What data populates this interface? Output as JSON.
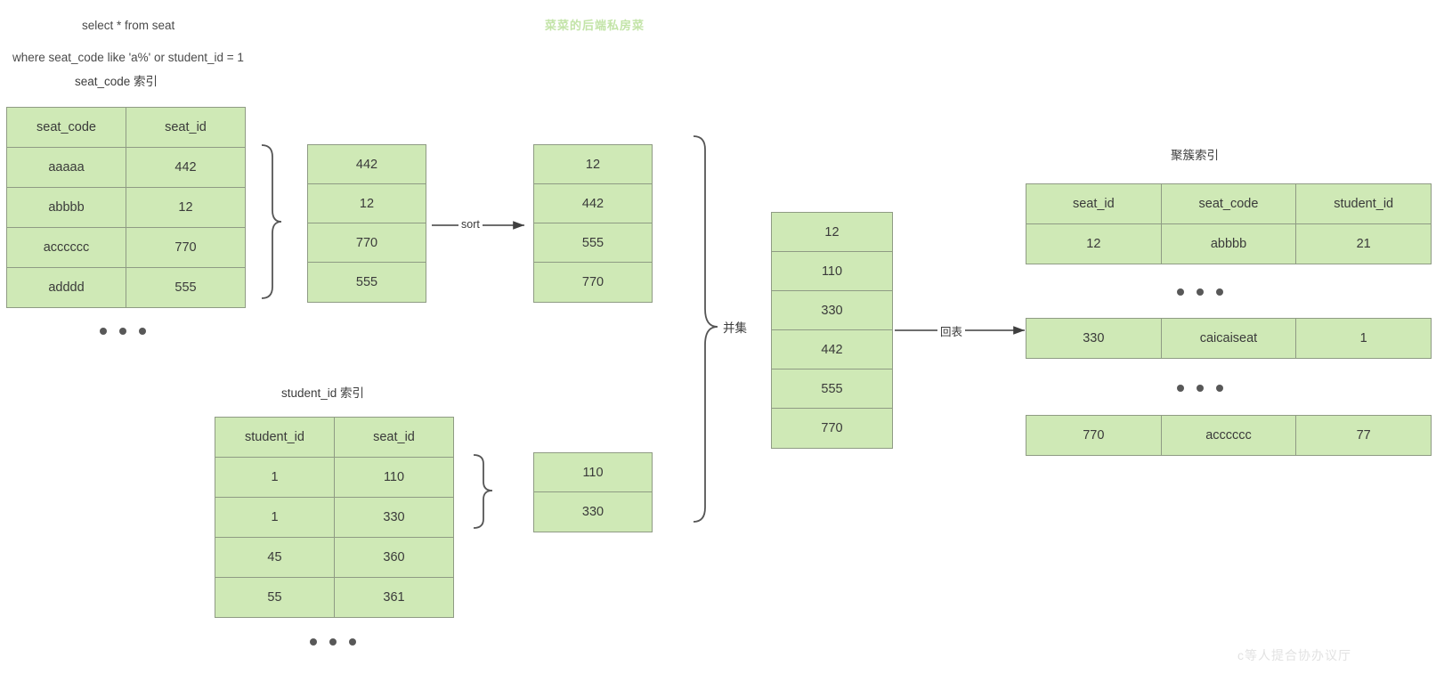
{
  "query": {
    "line1": "select * from seat",
    "line2": "where seat_code like 'a%' or student_id = 1"
  },
  "watermarks": {
    "top": "菜菜的后端私房菜",
    "bottom": "c等人提合协办议厅"
  },
  "colors": {
    "cell_fill": "#cfe9b6",
    "cell_border": "#8f9b84",
    "text": "#3a3a3a",
    "watermark_top": "#c3e4a8",
    "arrow": "#4a4a4a"
  },
  "seat_code_index": {
    "caption": "seat_code 索引",
    "headers": [
      "seat_code",
      "seat_id"
    ],
    "rows": [
      [
        "aaaaa",
        "442"
      ],
      [
        "abbbb",
        "12"
      ],
      [
        "acccccc",
        "770"
      ],
      [
        "adddd",
        "555"
      ]
    ],
    "ellipsis": "• • •"
  },
  "student_id_index": {
    "caption": "student_id 索引",
    "headers": [
      "student_id",
      "seat_id"
    ],
    "rows": [
      [
        "1",
        "110"
      ],
      [
        "1",
        "330"
      ],
      [
        "45",
        "360"
      ],
      [
        "55",
        "361"
      ]
    ],
    "ellipsis": "• • •"
  },
  "seat_id_list_unsorted": {
    "values": [
      "442",
      "12",
      "770",
      "555"
    ]
  },
  "seat_id_list_sorted": {
    "values": [
      "12",
      "442",
      "555",
      "770"
    ]
  },
  "student_seat_list": {
    "values": [
      "110",
      "330"
    ]
  },
  "union_list": {
    "label": "并集",
    "values": [
      "12",
      "110",
      "330",
      "442",
      "555",
      "770"
    ]
  },
  "clustered_index": {
    "caption": "聚簇索引",
    "headers": [
      "seat_id",
      "seat_code",
      "student_id"
    ],
    "row_first": [
      "12",
      "abbbb",
      "21"
    ],
    "row_highlight": [
      "330",
      "caicaiseat",
      "1"
    ],
    "row_last": [
      "770",
      "acccccc",
      "77"
    ],
    "ellipsis": "• • •"
  },
  "arrows": {
    "sort_label": "sort",
    "lookup_label": "回表"
  }
}
